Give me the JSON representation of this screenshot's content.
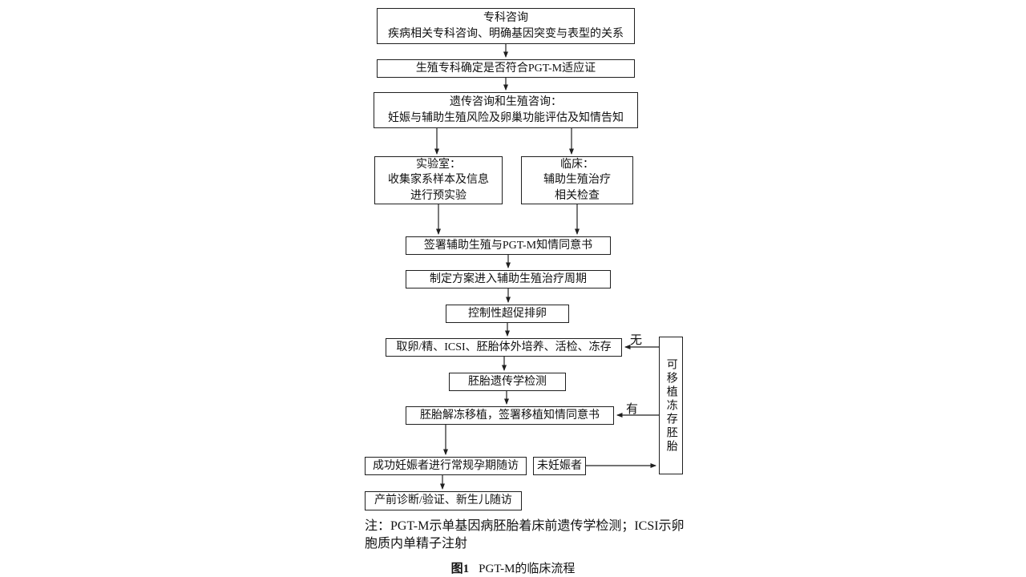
{
  "nodes": {
    "consult": "专科咨询\n疾病相关专科咨询、明确基因突变与表型的关系",
    "indication": "生殖专科确定是否符合PGT-M适应证",
    "counseling": "遗传咨询和生殖咨询：\n妊娠与辅助生殖风险及卵巢功能评估及知情告知",
    "lab": "实验室：\n收集家系样本及信息\n进行预实验",
    "clinic": "临床：\n辅助生殖治疗\n相关检查",
    "consent": "签署辅助生殖与PGT-M知情同意书",
    "plan": "制定方案进入辅助生殖治疗周期",
    "stimulation": "控制性超促排卵",
    "retrieval": "取卵/精、ICSI、胚胎体外培养、活检、冻存",
    "testing": "胚胎遗传学检测",
    "transfer": "胚胎解冻移植，签署移植知情同意书",
    "pregnant_followup": "成功妊娠者进行常规孕期随访",
    "not_pregnant": "未妊娠者",
    "prenatal": "产前诊断/验证、新生儿随访",
    "frozen_embryo": "可移植冻存胚胎"
  },
  "labels": {
    "no": "无",
    "yes": "有"
  },
  "note": "注：PGT-M示单基因病胚胎着床前遗传学检测；ICSI示卵\n胞质内单精子注射",
  "caption": {
    "label": "图1",
    "title": "PGT-M的临床流程"
  }
}
